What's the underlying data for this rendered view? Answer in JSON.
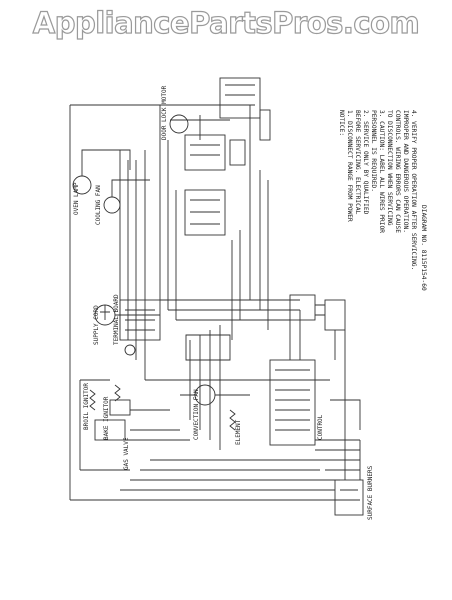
{
  "watermark": {
    "text": "AppliancePartsPros.com"
  },
  "labels": {
    "door_lock_motor": "DOOR LOCK MOTOR",
    "cooling_fan": "COOLING FAN",
    "oven_lamp": "OVEN LAMP",
    "supply_cord": "SUPPLY CORD",
    "terminal_board": "TERMINAL BOARD",
    "broil_ignitor": "BROIL IGNITOR",
    "bake_ignitor": "BAKE IGNITOR",
    "convection_fan": "CONVECTION FAN",
    "gas_valve": "GAS VALVE",
    "element": "ELEMENT",
    "surface_burners": "SURFACE BURNERS",
    "control": "CONTROL",
    "diagram_no": "DIAGRAM NO. 8115P154-60"
  },
  "notes": [
    "NOTICE:",
    "1. DISCONNECT RANGE FROM POWER",
    "   BEFORE SERVICING. ELECTRICAL",
    "2. SERVICE ONLY BY QUALIFIED",
    "   PERSONNEL IS REQUIRED.",
    "3. CAUTION: LABEL ALL WIRES PRIOR",
    "   TO DISCONNECTION WHEN SERVICING",
    "   CONTROLS. WIRING ERRORS CAN CAUSE",
    "   IMPROPER AND DANGEROUS OPERATION.",
    "4. VERIFY PROPER OPERATION AFTER SERVICING."
  ],
  "colors": {
    "ink": "#333333",
    "watermark_stroke": "#9a9a9a"
  }
}
